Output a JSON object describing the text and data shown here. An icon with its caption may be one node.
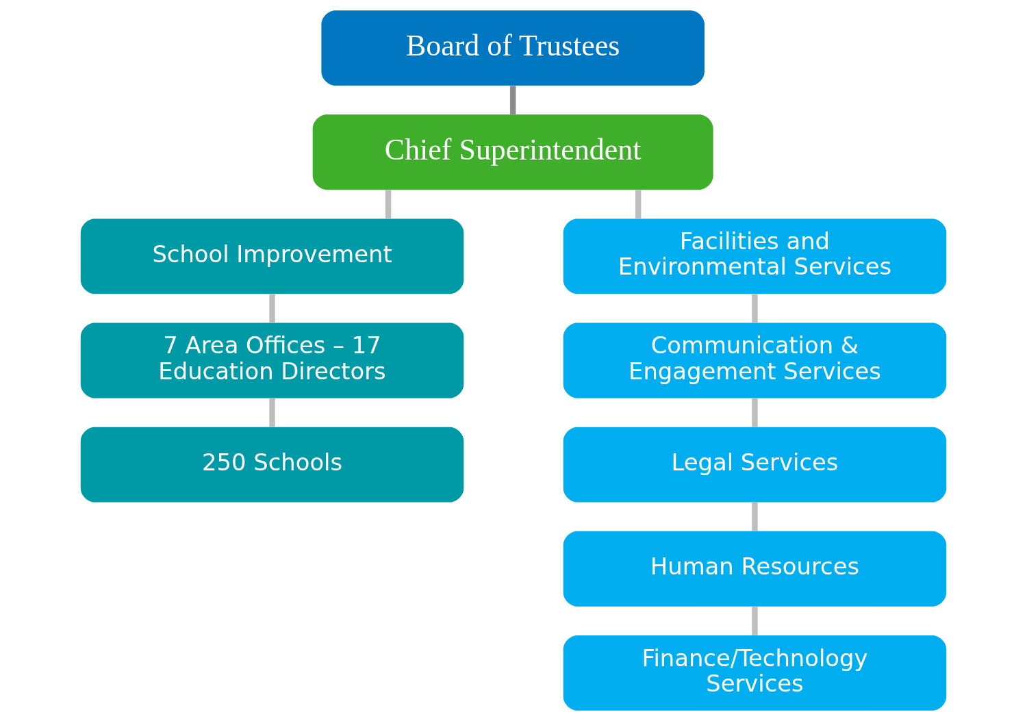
{
  "diagram": {
    "nodes": [
      {
        "text": [
          "Board of Trustees"
        ]
      },
      {
        "text": [
          "Chief Superintendent"
        ]
      },
      {
        "text": [
          "School Improvement"
        ]
      },
      {
        "text": [
          "7 Area Offices – 17 Education Directors"
        ]
      },
      {
        "text": [
          "250 Schools"
        ]
      },
      {
        "text": [
          "Facilities and Environmental Services"
        ]
      },
      {
        "text": [
          "Communication & Engagement Services"
        ]
      },
      {
        "text": [
          "Legal Services"
        ]
      },
      {
        "text": [
          "Human Resources"
        ]
      },
      {
        "text": [
          "Finance/Technology Services"
        ]
      }
    ],
    "edges": [
      {
        "from": 0,
        "to": 1,
        "arrow": "none",
        "color": "#8c8c8c"
      },
      {
        "from": 1,
        "to": 2,
        "arrow": "none"
      },
      {
        "from": 2,
        "to": 3,
        "arrow": "none"
      },
      {
        "from": 3,
        "to": 4,
        "arrow": "none"
      },
      {
        "from": 1,
        "to": 5,
        "arrow": "none"
      },
      {
        "from": 5,
        "to": 6,
        "arrow": "none"
      },
      {
        "from": 6,
        "to": 7,
        "arrow": "none"
      },
      {
        "from": 7,
        "to": 8,
        "arrow": "none"
      },
      {
        "from": 8,
        "to": 9,
        "arrow": "none"
      }
    ]
  }
}
